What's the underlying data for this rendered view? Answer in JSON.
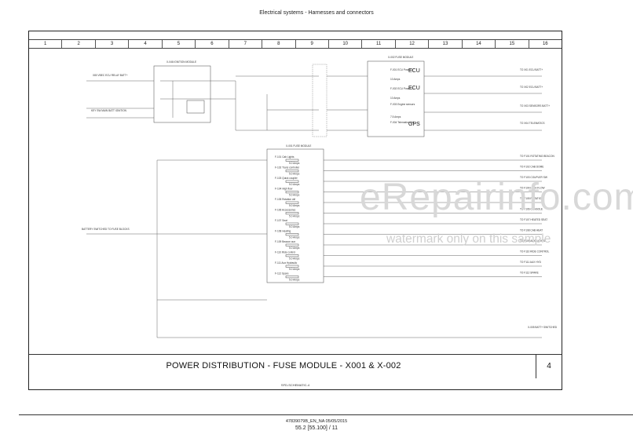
{
  "header": "Electrical systems - Harnesses and connectors",
  "columns": [
    "1",
    "2",
    "3",
    "4",
    "5",
    "6",
    "7",
    "8",
    "9",
    "10",
    "11",
    "12",
    "13",
    "14",
    "15",
    "16"
  ],
  "title": "POWER DISTRIBUTION - FUSE MODULE - X001 & X-002",
  "page_number": "4",
  "doc_code": "SFD-SCHEMATIC-4",
  "footer_line1": "47839079B_EN_NA 05/05/2015",
  "footer_line2": "55.2 [55.100] / 11",
  "watermark_main": "eRepairinfo.com",
  "watermark_sub": "watermark only on this sample",
  "left_labels": {
    "batt_relay": "X80 VBEC ECU RELAY BATT+",
    "key_sw": "KEY SW MAIN BATT IGNITION",
    "batt_sw": "BATTERY SWITCHED TO FUSE BLOCKS"
  },
  "relay_box": {
    "title": "X-046 IGNITION MODULE"
  },
  "ecu_box": {
    "title": "X-002 FUSE MODULE",
    "ecu1": "ECU",
    "ecu2": "ECU",
    "gps": "GPS",
    "f1": "F-001 ECU Power 1",
    "f2": "F-002 ECU Power 2",
    "f3": "F-003 Engine sensors",
    "f4": "F-004 Telematics unit",
    "amp10": "10 Amps",
    "amp5": "7.5 Amps"
  },
  "fuse_box": {
    "title": "X-001 FUSE MODULE",
    "fuses": [
      "F-101 Cab Lights",
      "F-102 Trans controller",
      "F-103 Quick coupler",
      "F-104 High flow",
      "F-105 Rotation ctrl",
      "F-106 Accessories",
      "F-107 Seat",
      "F-108 Heating",
      "F-109 Beacon aux",
      "F-110 Ride control",
      "F-111 Aux Hydraulic",
      "F-112 Spare"
    ],
    "amp": "5.0 Amps"
  },
  "right_labels": [
    "TO X01 ECU BATT+",
    "TO X02 ECU BATT+",
    "TO X03 SENSORS BATT+",
    "TO X04 TELEMATICS",
    "TO F101 ROTATING BEACON",
    "TO F102 CAB DOME",
    "TO F103 COUPLER SW",
    "TO F104 HIGH FLOW",
    "TO F105 ROTATION",
    "TO F106 CONSOLE",
    "TO F107 HEATED SEAT",
    "TO F108 CAB HEAT",
    "TO F109 AUX LIGHTS",
    "TO F110 RIDE CONTROL",
    "TO F111 AUX HYD",
    "TO F112 SPARE"
  ],
  "bottom_label": "X-005 BATT+ SWITCHED"
}
